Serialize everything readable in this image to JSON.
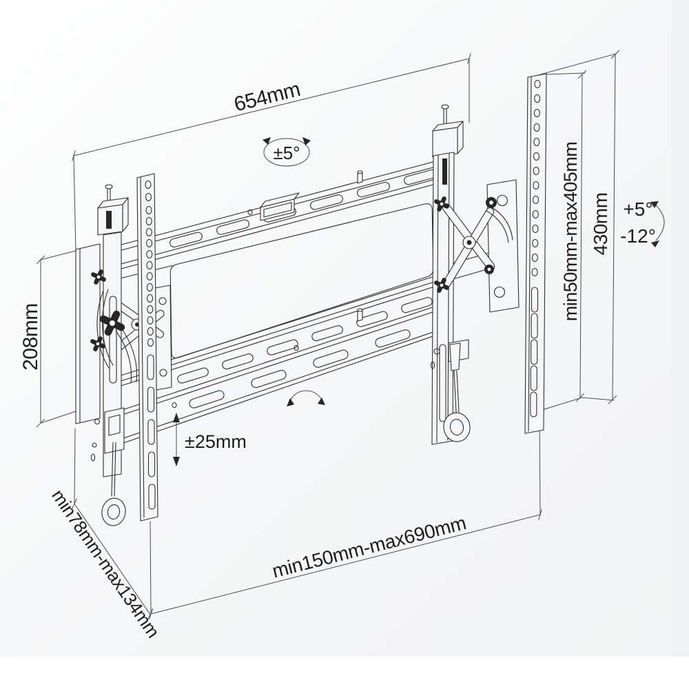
{
  "meta": {
    "description": "Technical dimensional line drawing of a tilting TV wall mount bracket",
    "colors": {
      "photo_background": "#f5f6f7",
      "page_background": "#ffffff",
      "structure_line": "#2f2f2f",
      "dimension_line": "#4a4a4a",
      "text": "#1c1c1c",
      "dark_hardware": "#262626"
    }
  },
  "annotations": {
    "width_top": "654mm",
    "tilt_range_top": "±5°",
    "plate_height_left": "208mm",
    "vesa_height_range": "min50mm-max405mm",
    "rail_height_right": "430mm",
    "tilt_up_right": "+5°",
    "tilt_down_right": "-12°",
    "height_adjust": "±25mm",
    "depth_range": "min78mm-max134mm",
    "width_range_bottom": "min150mm-max690mm"
  }
}
